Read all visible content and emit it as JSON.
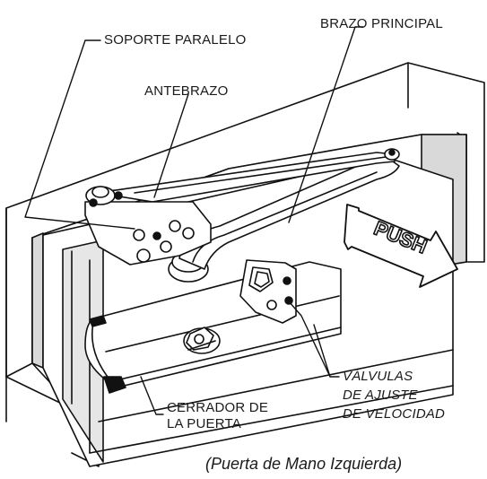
{
  "labels": {
    "soporte_paralelo": "SOPORTE PARALELO",
    "brazo_principal": "BRAZO PRINCIPAL",
    "antebrazo": "ANTEBRAZO",
    "valvulas": [
      "VÁLVULAS",
      "DE AJUSTE",
      "DE VELOCIDAD"
    ],
    "cerrador": [
      "CERRADOR DE",
      "LA PUERTA"
    ]
  },
  "push_sign": "PUSH",
  "caption": "(Puerta de Mano Izquierda)"
}
